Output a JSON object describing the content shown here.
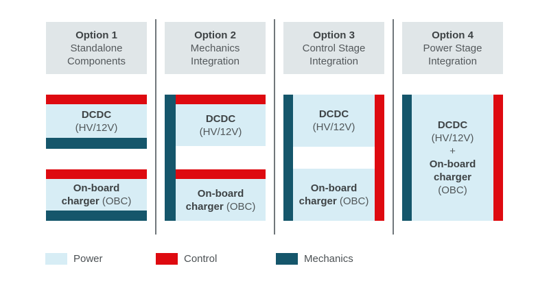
{
  "colors": {
    "power": "#d7edf5",
    "control": "#de0a10",
    "mechanics": "#15566b",
    "header_bg": "#e0e6e8",
    "divider": "#70767a",
    "heading_text": "#3e4345",
    "body_text": "#515759"
  },
  "options": [
    {
      "header": {
        "title": "Option 1",
        "lines": [
          "Standalone",
          "Components"
        ]
      },
      "dcdc": {
        "name": "DCDC",
        "detail": "(HV/12V)"
      },
      "obc": {
        "name_line1": "On-board",
        "name_line2": "charger",
        "detail": "(OBC)"
      }
    },
    {
      "header": {
        "title": "Option 2",
        "lines": [
          "Mechanics",
          "Integration"
        ]
      },
      "dcdc": {
        "name": "DCDC",
        "detail": "(HV/12V)"
      },
      "obc": {
        "name_line1": "On-board",
        "name_line2": "charger",
        "detail": "(OBC)"
      }
    },
    {
      "header": {
        "title": "Option 3",
        "lines": [
          "Control Stage",
          "Integration"
        ]
      },
      "dcdc": {
        "name": "DCDC",
        "detail": "(HV/12V)"
      },
      "obc": {
        "name_line1": "On-board",
        "name_line2": "charger",
        "detail": "(OBC)"
      }
    },
    {
      "header": {
        "title": "Option 4",
        "lines": [
          "Power Stage",
          "Integration"
        ]
      },
      "combined": {
        "name1": "DCDC",
        "detail1": "(HV/12V)",
        "plus": "+",
        "name2_line1": "On-board",
        "name2_line2": "charger",
        "detail2": "(OBC)"
      }
    }
  ],
  "legend": [
    {
      "label": "Power",
      "color": "#d7edf5"
    },
    {
      "label": "Control",
      "color": "#de0a10"
    },
    {
      "label": "Mechanics",
      "color": "#15566b"
    }
  ]
}
